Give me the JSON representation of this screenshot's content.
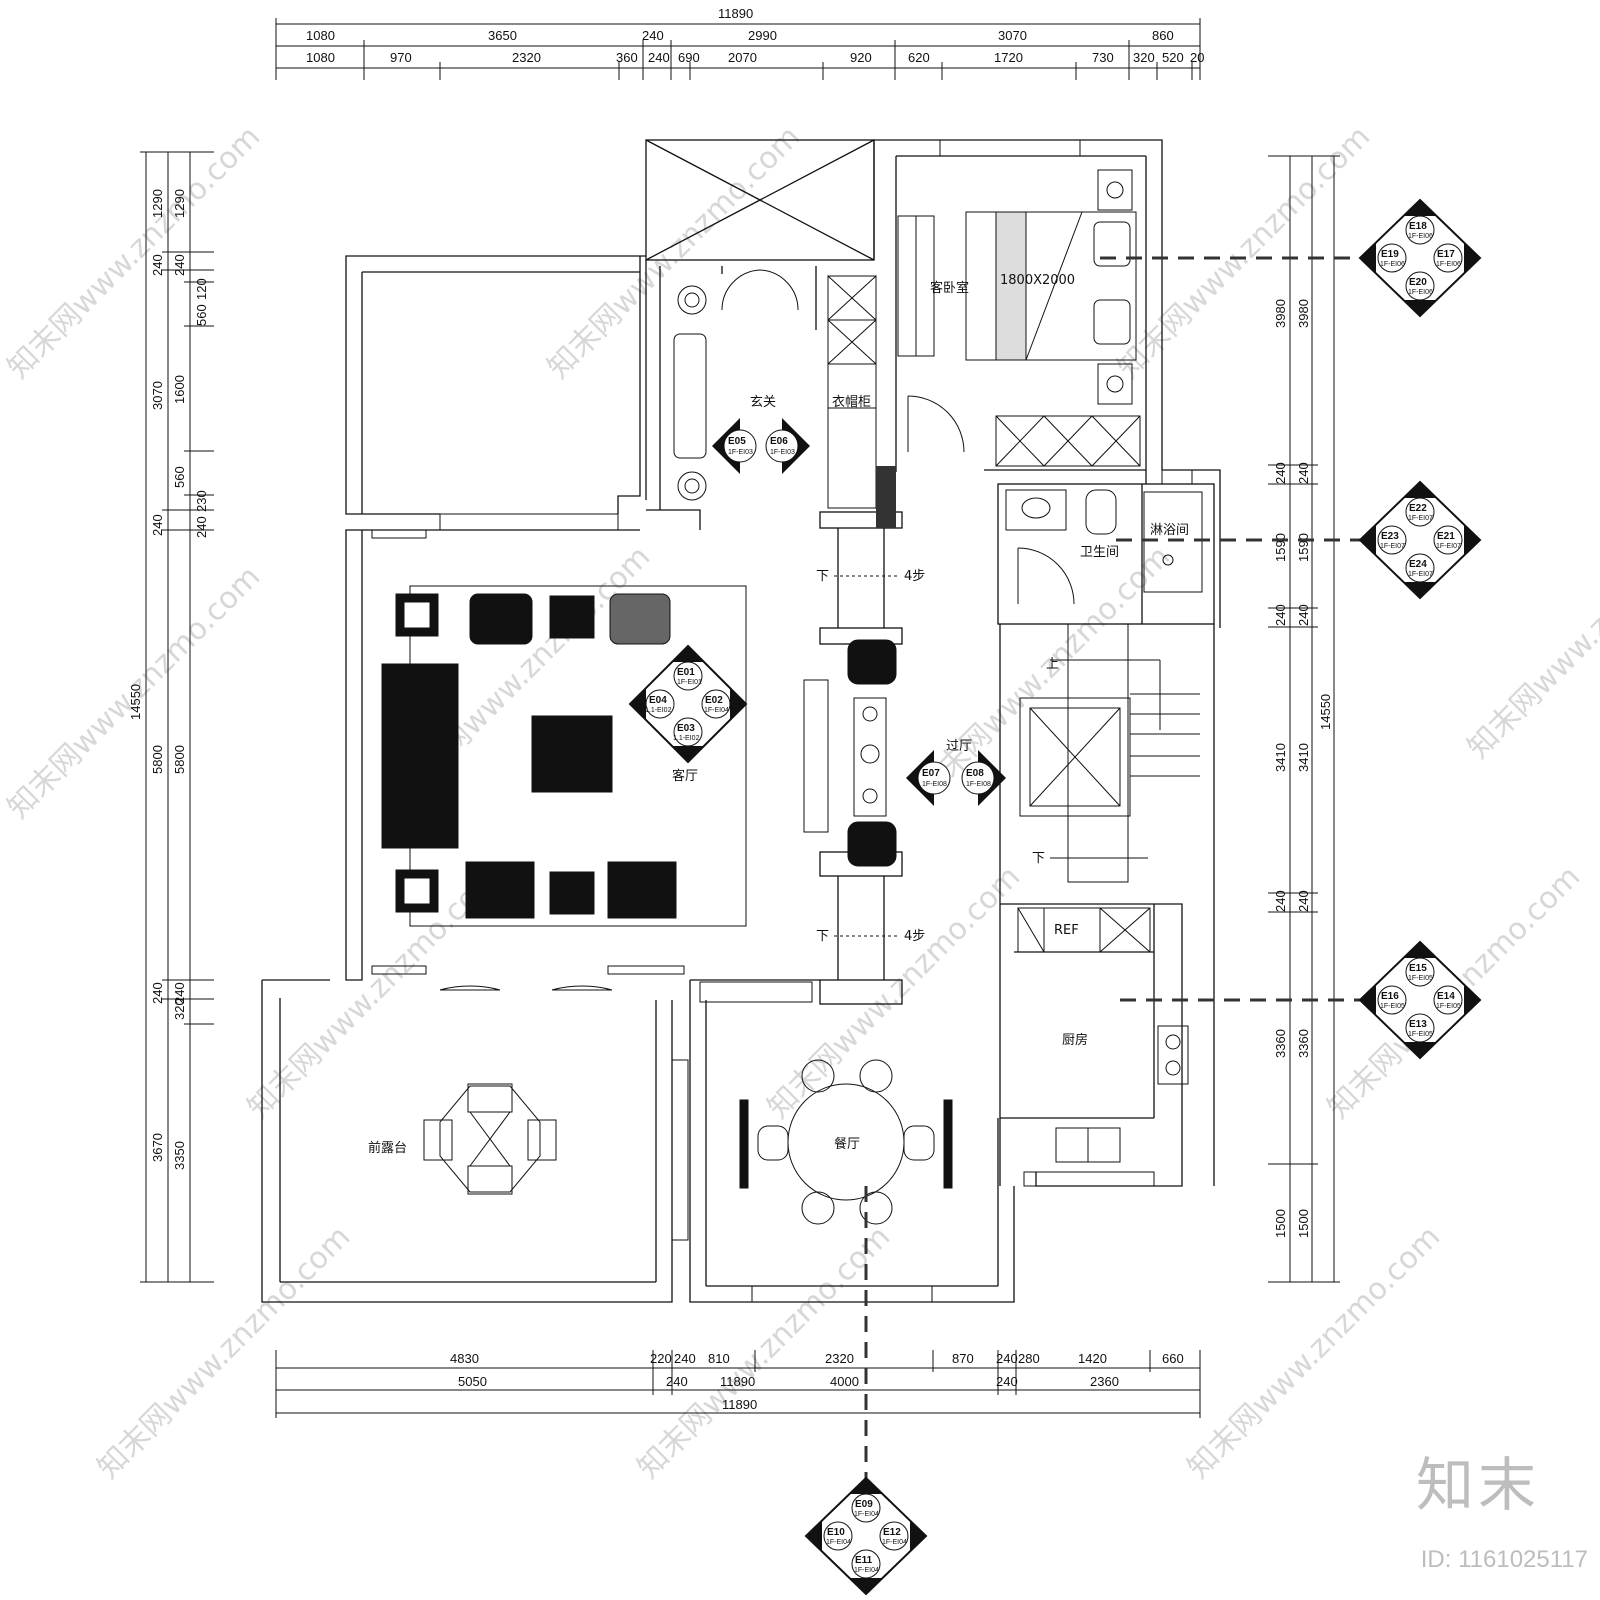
{
  "rooms": {
    "foyer": "玄关",
    "shoe_cabinet": "衣帽柜",
    "guest_bedroom": "客卧室",
    "bed_size": "1800X2000",
    "bathroom": "卫生间",
    "shower": "淋浴间",
    "living_room": "客厅",
    "hall": "过厅",
    "kitchen": "厨房",
    "fridge": "REF",
    "dining": "餐厅",
    "terrace": "前露台",
    "step_down_1": "下",
    "steps_1": "4步",
    "step_down_2": "下",
    "steps_2": "4步",
    "stair_up": "上",
    "stair_down": "下"
  },
  "dims_top": {
    "total": "11890",
    "row1": [
      "1080",
      "3650",
      "240",
      "2990",
      "3070",
      "860"
    ],
    "row2": [
      "1080",
      "970",
      "2320",
      "360",
      "240",
      "690",
      "2070",
      "920",
      "620",
      "1720",
      "730",
      "320",
      "520",
      "20"
    ]
  },
  "dims_bottom": {
    "row1": [
      "4830",
      "220",
      "240",
      "810",
      "2320",
      "870",
      "240",
      "280",
      "1420",
      "660"
    ],
    "row2": [
      "5050",
      "240",
      "11890",
      "4000",
      "240",
      "2360"
    ],
    "total": "11890"
  },
  "dims_left": {
    "total": "14550",
    "outer": [
      "1290",
      "240",
      "3070",
      "240",
      "5800",
      "240",
      "3670"
    ],
    "inner": [
      "1290",
      "240",
      "120",
      "560",
      "1600",
      "560",
      "230",
      "240",
      "5800",
      "240",
      "320",
      "3350"
    ]
  },
  "dims_right": {
    "total": "14550",
    "outer": [
      "3980",
      "240",
      "1590",
      "240",
      "3410",
      "240",
      "3360",
      "1500"
    ],
    "inner": [
      "3980",
      "240",
      "1590",
      "240",
      "3410",
      "240",
      "3360",
      "1500"
    ]
  },
  "elevation_markers": {
    "m1": {
      "top": "E01",
      "left": "E04",
      "right": "E02",
      "bottom": "E03",
      "sub_top": "1F-EI01",
      "sub_left": "1.1-EI02",
      "sub_right": "1F-EI04",
      "sub_bottom": "1.1-EI02"
    },
    "m2": {
      "left": "E05",
      "right": "E06",
      "sub_left": "1F-EI03",
      "sub_right": "1F-EI03"
    },
    "m3": {
      "left": "E07",
      "right": "E08",
      "sub_left": "1F-EI08",
      "sub_right": "1F-EI08"
    },
    "m4": {
      "top": "E18",
      "left": "E19",
      "right": "E17",
      "bottom": "E20",
      "sub_top": "1F-EI06",
      "sub_left": "1F-EI06",
      "sub_right": "1F-EI06",
      "sub_bottom": "1F-EI06"
    },
    "m5": {
      "top": "E22",
      "left": "E23",
      "right": "E21",
      "bottom": "E24",
      "sub_top": "1F-EI07",
      "sub_left": "1F-EI07",
      "sub_right": "1F-EI07",
      "sub_bottom": "1F-EI07"
    },
    "m6": {
      "top": "E15",
      "left": "E16",
      "right": "E14",
      "bottom": "E13",
      "sub_top": "1F-EI05",
      "sub_left": "1F-EI05",
      "sub_right": "1F-EI05",
      "sub_bottom": "1F-EI05"
    },
    "m7": {
      "top": "E09",
      "left": "E10",
      "right": "E12",
      "bottom": "E11",
      "sub_top": "1F-EI04",
      "sub_left": "1F-EI04",
      "sub_right": "1F-EI04",
      "sub_bottom": "1F-EI04"
    }
  },
  "watermark": "知末网www.znzmo.com",
  "brand": "知末",
  "image_id": "ID: 1161025117"
}
